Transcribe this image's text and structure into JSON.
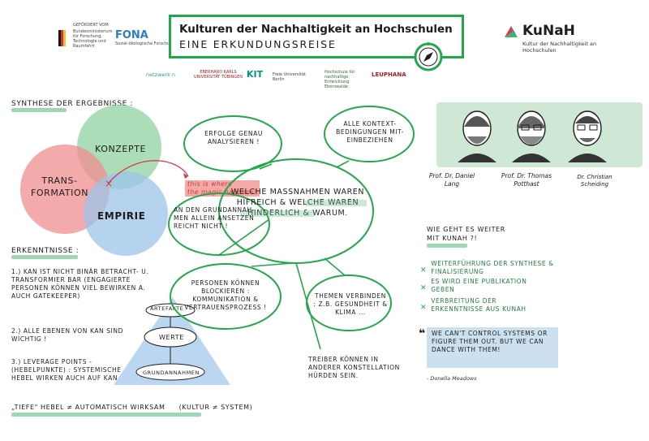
{
  "header": {
    "title": "Kulturen der Nachhaltigkeit an Hochschulen",
    "subtitle": "EINE ERKUNDUNGSREISE"
  },
  "logos": {
    "bmbf_small": "GEFÖRDERT VOM",
    "bmbf": "Bundesministerium für Forschung, Technologie und Raumfahrt",
    "fona": "FONA",
    "fona_sub": "Sozial-ökologische Forschung",
    "kunah": "KuNaH",
    "kunah_sub": "Kultur der Nachhaltigkeit an Hochschulen",
    "netzwerk": "netzwerk n",
    "tuebingen": "EBERHARD KARLS UNIVERSITÄT TÜBINGEN",
    "kit": "KIT",
    "fu_berlin": "Freie Universität Berlin",
    "hnee": "Hochschule für nachhaltige Entwicklung Eberswalde",
    "leuphana": "LEUPHANA"
  },
  "synthesis": {
    "heading": "Synthese der Ergebnisse :",
    "circle_concepts": "Konzepte",
    "circle_transformation": "TRANS-\nFORMATION",
    "circle_empiricism": "EMPIRIE",
    "magic_note": "this is where\nthe magic happens!"
  },
  "findings": {
    "heading": "Erkenntnisse :",
    "items": [
      "1.) KaN ist nicht binär betracht- u. transformier bar (engagierte Personen können viel bewirken a. auch Gatekeeper)",
      "2.) Alle Ebenen von KaN sind wichtig !",
      "3.) Leverage Points - (Hebelpunkte) : systemische Hebel wirken auch auf KaN"
    ],
    "bottom_line": "„Tiefe\" Hebel ≠ automatisch wirksam",
    "bottom_note": "(Kultur ≠ System)"
  },
  "culture_pyramid": {
    "levels": [
      "ARTEFAKTE",
      "WERTE",
      "GRUNDANNAHMEN"
    ]
  },
  "mindmap": {
    "center": "WELCHE MASSNAHMEN WAREN HIFREICH & WELCHE WAREN HINDERLICH & WARUM.",
    "nodes": [
      "ERFOLGE GENAU ANALYSIEREN !",
      "ALLE KONTEXT-BEDINGUNGEN MIT-EINBEZIEHEN",
      "AN DEN GRUNDANNAH-MEN ALLEIN ANSETZEN REICHT NICHT !",
      "PERSONEN KÖNNEN BLOCKIEREN : KOMMUNIKATION & VERTRAUENSPROZESS !",
      "THEMEN VERBINDEN : Z.B. GESUNDHEIT & KLIMA ...",
      "TREIBER KÖNNEN IN ANDERER KONSTELLATION HÜRDEN SEIN."
    ]
  },
  "people": [
    {
      "name": "Prof. Dr. Daniel Lang"
    },
    {
      "name": "Prof. Dr. Thomas Potthast"
    },
    {
      "name": "Dr. Christian Scheiding"
    }
  ],
  "next_steps": {
    "heading": "WIE GEHT ES WEITER MIT KuNaH ?!",
    "items": [
      "WEITERFÜHRUNG DER SYNTHESE & FINALISIERUNG",
      "ES WIRD EINE PUBLIKATION GEBEN",
      "VERBREITUNG DER ERKENNTNISSE AUS KuNaH"
    ]
  },
  "quote": {
    "text": "WE CAN'T CONTROL SYSTEMS OR FIGURE THEM OUT. BUT WE CAN DANCE WITH THEM!",
    "author": "- Donella Meadows"
  },
  "colors": {
    "green": "#22a84a",
    "concepts": "#8fd3a0",
    "transformation": "#f08c8f",
    "empiricism": "#9cc4ea",
    "accent_red": "#d9343b"
  }
}
